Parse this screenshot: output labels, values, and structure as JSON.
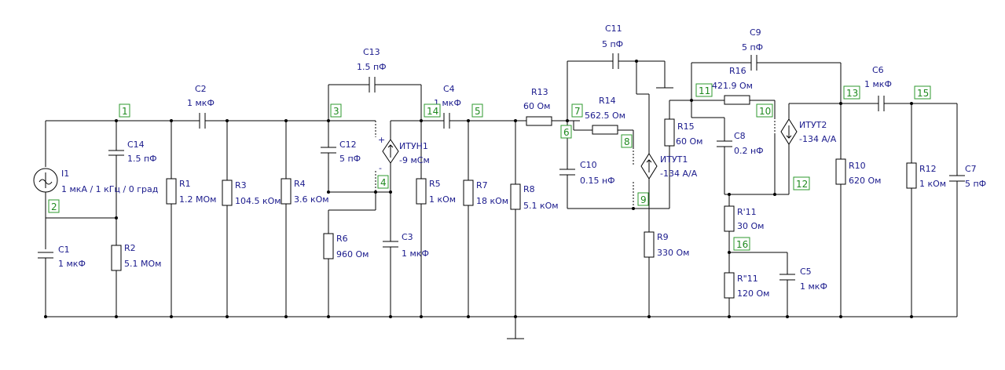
{
  "components": {
    "I1": {
      "name": "I1",
      "value": "1 мкА / 1 кГц / 0 град"
    },
    "C1": {
      "name": "C1",
      "value": "1 мкФ"
    },
    "C14": {
      "name": "C14",
      "value": "1.5 пФ"
    },
    "R2": {
      "name": "R2",
      "value": "5.1 МОм"
    },
    "C2": {
      "name": "C2",
      "value": "1 мкФ"
    },
    "R1": {
      "name": "R1",
      "value": "1.2 МОм"
    },
    "R3": {
      "name": "R3",
      "value": "104.5 кОм"
    },
    "R4": {
      "name": "R4",
      "value": "3.6 кОм"
    },
    "C13": {
      "name": "C13",
      "value": "1.5 пФ"
    },
    "C12": {
      "name": "C12",
      "value": "5 пФ"
    },
    "ITUN1": {
      "name": "ИТУН1",
      "value": "-9 мСм"
    },
    "R6": {
      "name": "R6",
      "value": "960 Ом"
    },
    "C3": {
      "name": "C3",
      "value": "1 мкФ"
    },
    "R5": {
      "name": "R5",
      "value": "1 кОм"
    },
    "C4": {
      "name": "C4",
      "value": "1 мкФ"
    },
    "R7": {
      "name": "R7",
      "value": "18 кОм"
    },
    "R8": {
      "name": "R8",
      "value": "5.1 кОм"
    },
    "R13": {
      "name": "R13",
      "value": "60 Ом"
    },
    "C11": {
      "name": "C11",
      "value": "5 пФ"
    },
    "R14": {
      "name": "R14",
      "value": "562.5 Ом"
    },
    "C10": {
      "name": "C10",
      "value": "0.15 нФ"
    },
    "ITUT1": {
      "name": "ИТУТ1",
      "value": "-134 А/А"
    },
    "R15": {
      "name": "R15",
      "value": "60 Ом"
    },
    "R9": {
      "name": "R9",
      "value": "330 Ом"
    },
    "C9": {
      "name": "C9",
      "value": "5 пФ"
    },
    "R16": {
      "name": "R16",
      "value": "421.9 Ом"
    },
    "C8": {
      "name": "C8",
      "value": "0.2 нФ"
    },
    "ITUT2": {
      "name": "ИТУТ2",
      "value": "-134 А/А"
    },
    "R11a": {
      "name": "R'11",
      "value": "30 Ом"
    },
    "R11b": {
      "name": "R\"11",
      "value": "120 Ом"
    },
    "C5": {
      "name": "C5",
      "value": "1 мкФ"
    },
    "R10": {
      "name": "R10",
      "value": "620 Ом"
    },
    "C6": {
      "name": "C6",
      "value": "1 мкФ"
    },
    "R12": {
      "name": "R12",
      "value": "1 кОм"
    },
    "C7": {
      "name": "C7",
      "value": "5 пФ"
    }
  },
  "nodes": [
    "1",
    "2",
    "3",
    "4",
    "5",
    "6",
    "7",
    "8",
    "9",
    "10",
    "11",
    "12",
    "13",
    "14",
    "15",
    "16"
  ],
  "polarity": {
    "plus": "+",
    "minus": "-"
  }
}
